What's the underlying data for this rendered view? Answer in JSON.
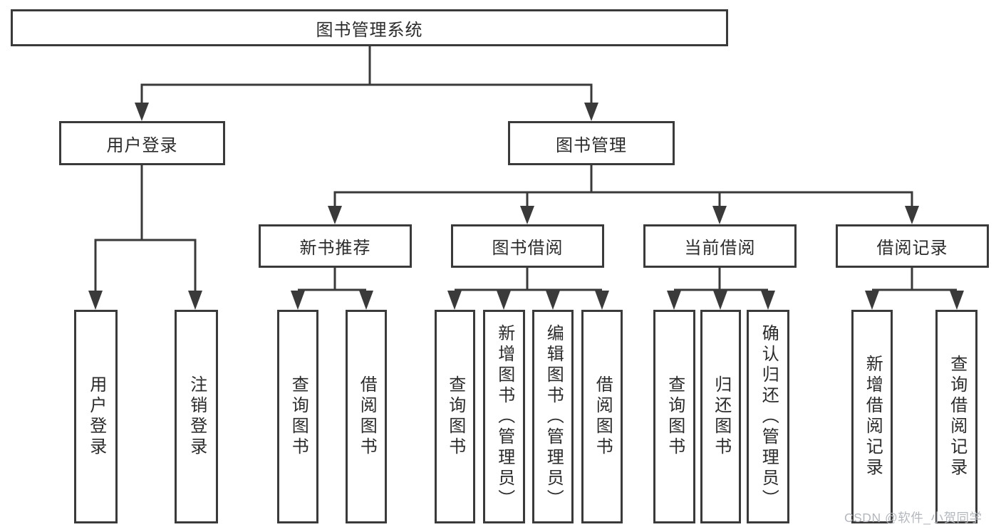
{
  "page": {
    "background": "#ffffff",
    "watermark": {
      "text": "CSDN @软件_小贺同学",
      "color": "#b4b8bd"
    }
  },
  "diagram": {
    "type": "hierarchy-tree",
    "line_color": "#3a3a3a",
    "box_border_color": "#3a3a3a",
    "text_color": "#2b2b2b",
    "root": {
      "label": "图书管理系统"
    },
    "branches": [
      {
        "label": "用户登录",
        "children": [
          {
            "label": "用户登录"
          },
          {
            "label": "注销登录"
          }
        ]
      },
      {
        "label": "图书管理",
        "children": [
          {
            "label": "新书推荐",
            "children": [
              {
                "label": "查询图书"
              },
              {
                "label": "借阅图书"
              }
            ]
          },
          {
            "label": "图书借阅",
            "children": [
              {
                "label": "查询图书"
              },
              {
                "label": "新增图书（管理员）"
              },
              {
                "label": "编辑图书（管理员）"
              },
              {
                "label": "借阅图书"
              }
            ]
          },
          {
            "label": "当前借阅",
            "children": [
              {
                "label": "查询图书"
              },
              {
                "label": "归还图书"
              },
              {
                "label": "确认归还（管理员）"
              }
            ]
          },
          {
            "label": "借阅记录",
            "children": [
              {
                "label": "新增借阅记录"
              },
              {
                "label": "查询借阅记录"
              }
            ]
          }
        ]
      }
    ]
  }
}
